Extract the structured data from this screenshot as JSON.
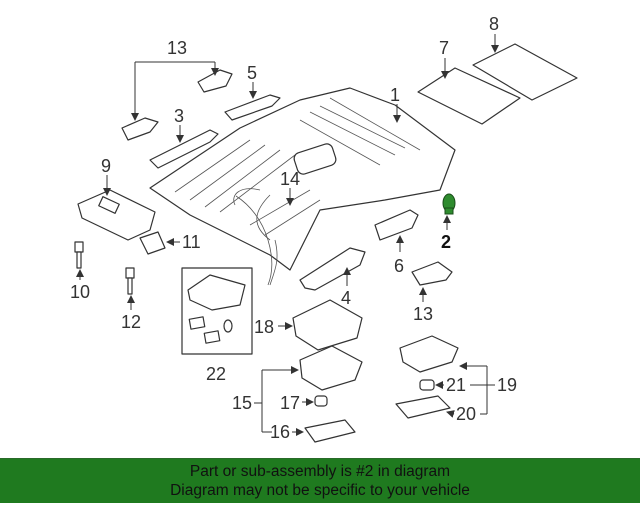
{
  "callouts": {
    "c1": "1",
    "c2": "2",
    "c3": "3",
    "c4": "4",
    "c5": "5",
    "c6": "6",
    "c7": "7",
    "c8": "8",
    "c9": "9",
    "c10": "10",
    "c11": "11",
    "c12": "12",
    "c13a": "13",
    "c13b": "13",
    "c14": "14",
    "c15": "15",
    "c16": "16",
    "c17": "17",
    "c18": "18",
    "c19": "19",
    "c20": "20",
    "c21": "21",
    "c22": "22"
  },
  "highlight_part": "2",
  "banner": {
    "line1": "Part or sub-assembly is #2 in diagram",
    "line2": "Diagram may not be specific to your vehicle"
  },
  "colors": {
    "banner_bg": "#1f7a1f",
    "highlight_part": "#2e8b2e",
    "line_art": "#333333"
  }
}
